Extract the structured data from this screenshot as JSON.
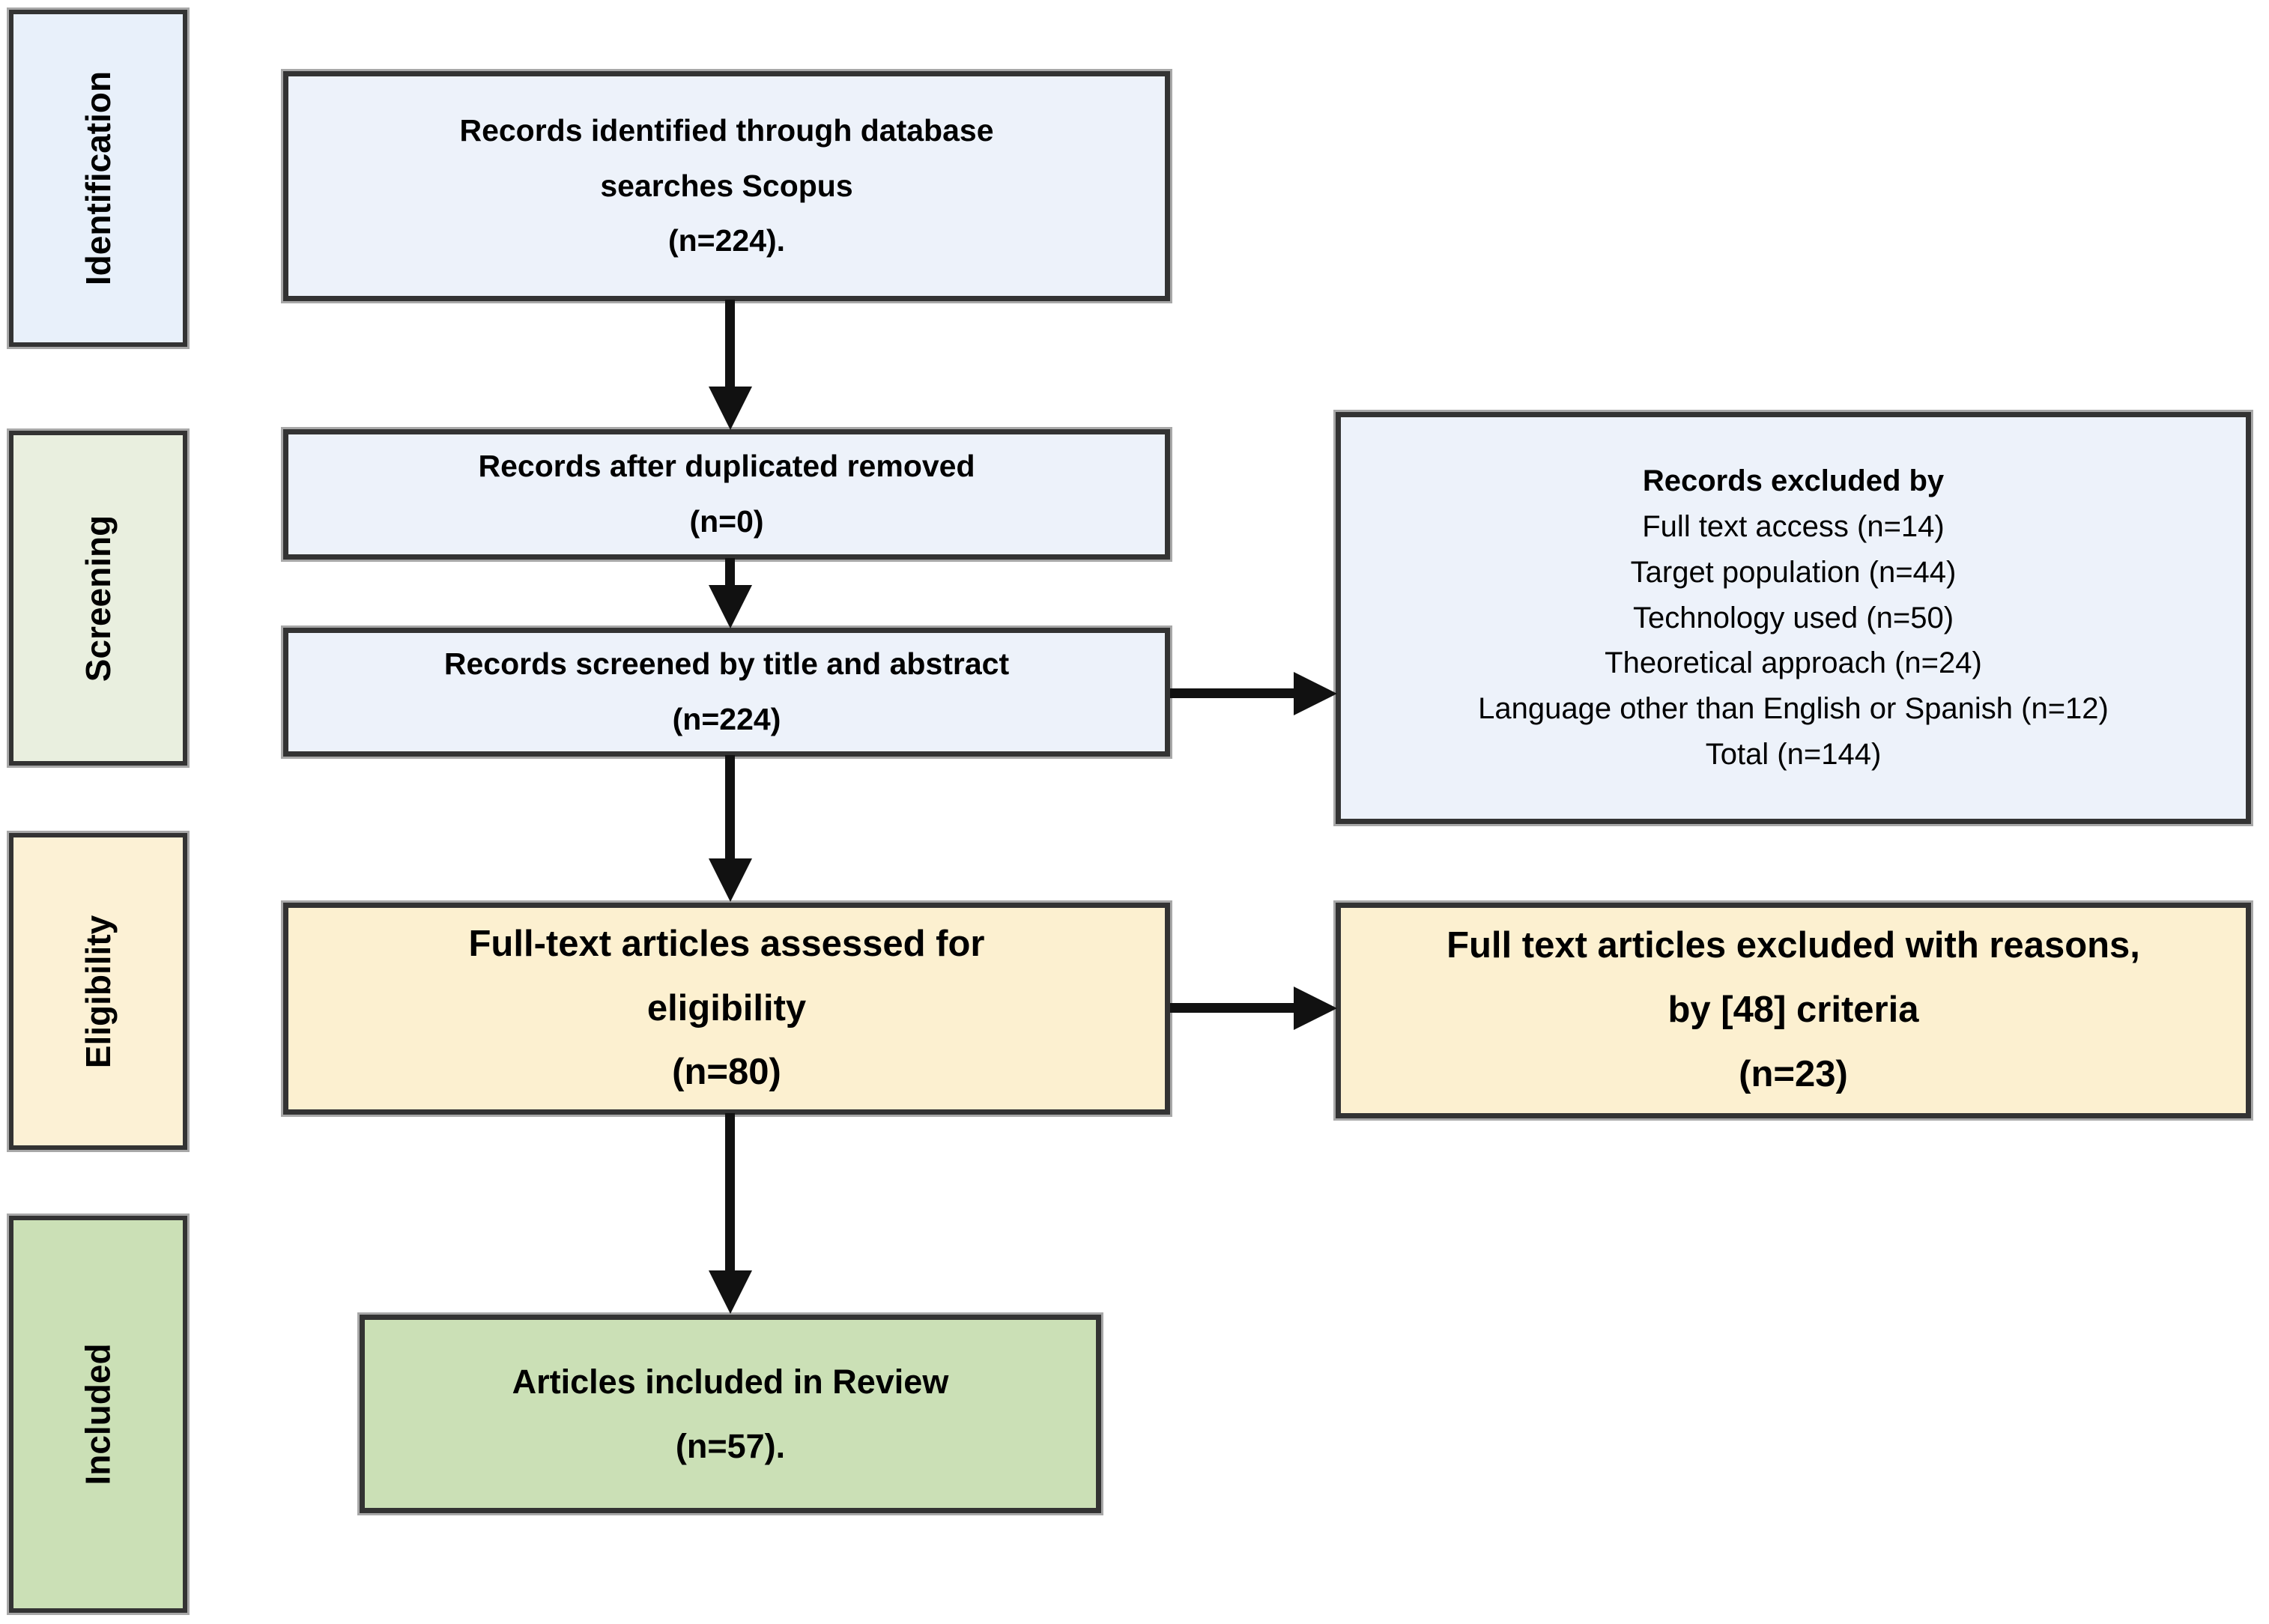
{
  "diagram": {
    "stages": [
      {
        "label": "Identification"
      },
      {
        "label": "Screening"
      },
      {
        "label": "Eligibility"
      },
      {
        "label": "Included"
      }
    ],
    "flow": {
      "identified": {
        "lines": [
          "Records identified through database",
          "searches Scopus",
          "(n=224)."
        ]
      },
      "deduplicated": {
        "lines": [
          "Records after duplicated removed",
          "(n=0)"
        ]
      },
      "screened": {
        "lines": [
          "Records screened by title and abstract",
          "(n=224)"
        ]
      },
      "fulltext_assessed": {
        "lines": [
          "Full-text articles assessed for",
          "eligibility",
          "(n=80)"
        ]
      },
      "included_review": {
        "lines": [
          "Articles included in Review",
          "(n=57)."
        ]
      }
    },
    "side": {
      "records_excluded": {
        "title": "Records excluded by",
        "items": [
          "Full text access (n=14)",
          "Target population (n=44)",
          "Technology used (n=50)",
          "Theoretical approach (n=24)",
          "Language other than English or Spanish (n=12)",
          "Total (n=144)"
        ]
      },
      "fulltext_excluded": {
        "lines": [
          "Full text articles excluded with reasons,",
          "by [48] criteria",
          "(n=23)"
        ]
      }
    },
    "colors": {
      "blue": "#edf2fa",
      "cream": "#fcf0d0",
      "green": "#cbe0b6",
      "stage_blue": "#e8f0fa",
      "stage_green": "#e9efdf",
      "stage_cream": "#fcf1d5",
      "stage_included": "#cbe0b6",
      "border": "#333333",
      "arrow": "#111111"
    }
  }
}
